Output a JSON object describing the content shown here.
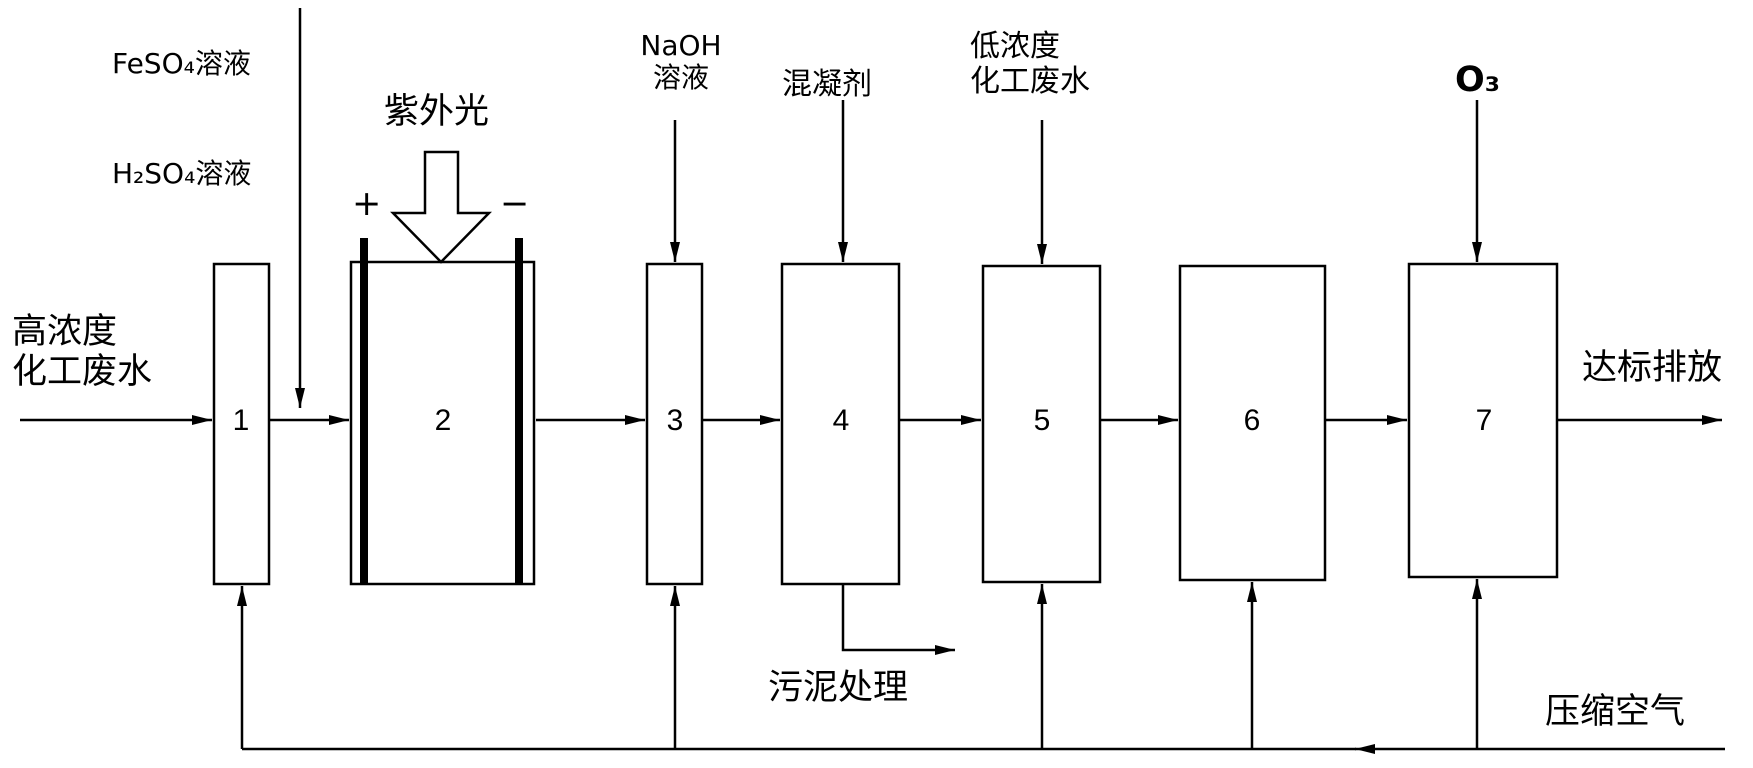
{
  "inputs": {
    "high_conc_wastewater": [
      "高浓度",
      "化工废水"
    ],
    "feso4": "FeSO₄溶液",
    "h2so4": "H₂SO₄溶液",
    "uv_light": "紫外光",
    "plus": "+",
    "minus": "−",
    "naoh": [
      "NaOH",
      "溶液"
    ],
    "coagulant": "混凝剂",
    "low_conc_wastewater": [
      "低浓度",
      "化工废水"
    ],
    "o3": "O₃"
  },
  "units": [
    "1",
    "2",
    "3",
    "4",
    "5",
    "6",
    "7"
  ],
  "outputs": {
    "discharge": "达标排放",
    "sludge": "污泥处理",
    "compressed_air": "压缩空气"
  }
}
